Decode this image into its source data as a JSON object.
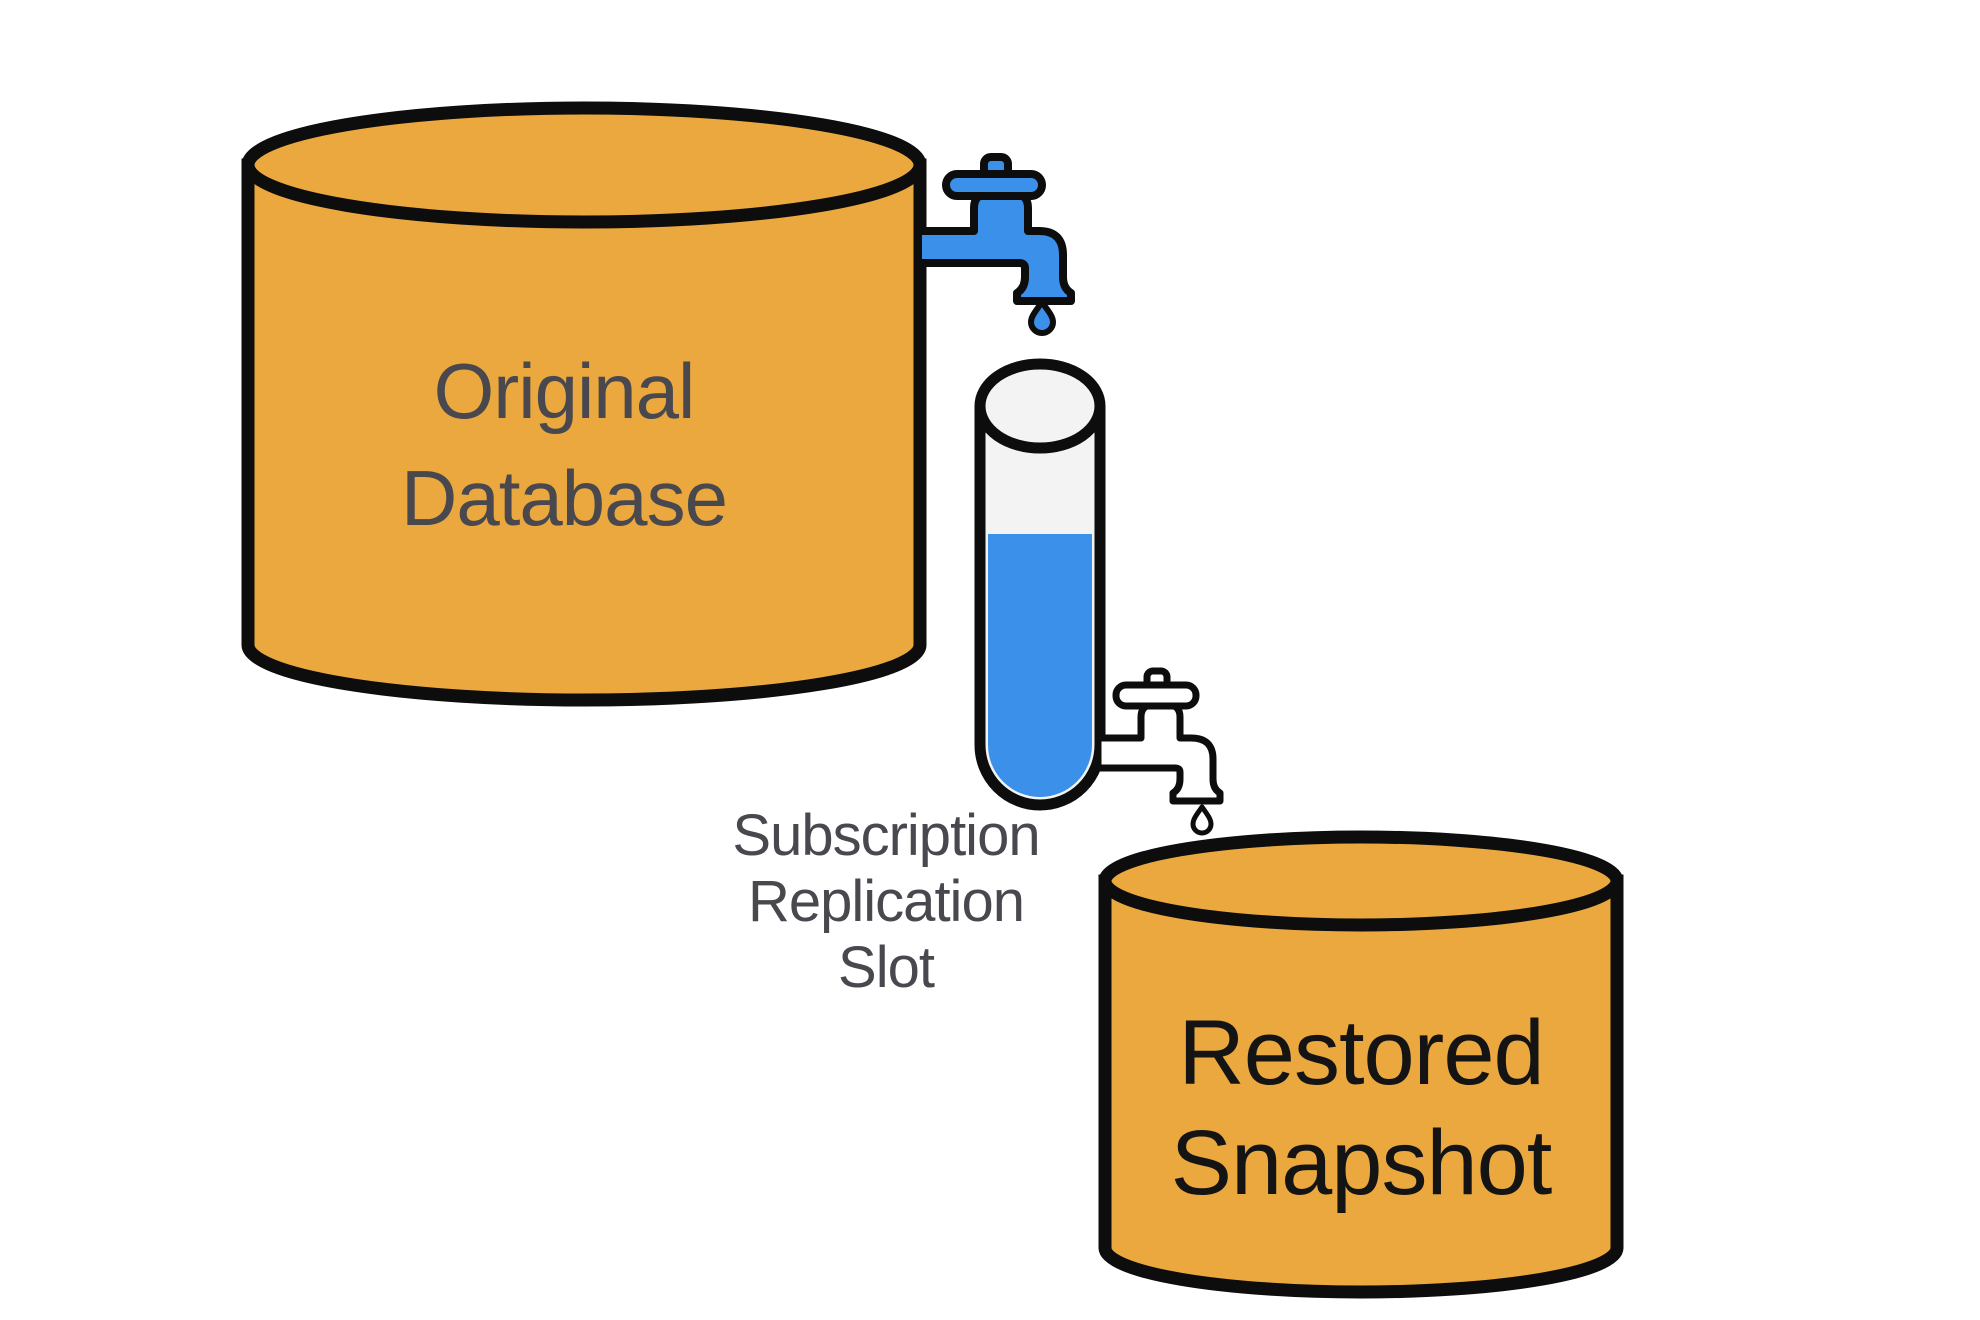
{
  "colors": {
    "database_fill": "#EAA83E",
    "outline": "#0D0D0D",
    "water_blue": "#3B90E9",
    "tube_interior": "#F3F3F3",
    "faucet_white": "#FFFFFF",
    "label_dark_gray": "#48484E",
    "label_black": "#141414",
    "background": "#FFFFFF"
  },
  "original_database": {
    "icon": "database-cylinder-icon",
    "lines": [
      "Original",
      "Database"
    ]
  },
  "source_faucet": {
    "icon": "faucet-icon",
    "drop_icon": "water-drop-icon"
  },
  "replication_slot": {
    "icon": "test-tube-icon",
    "fill_percent": 68,
    "lines": [
      "Subscription",
      "Replication",
      "Slot"
    ]
  },
  "destination_faucet": {
    "icon": "faucet-outline-icon",
    "drop_icon": "water-drop-outline-icon"
  },
  "restored_snapshot": {
    "icon": "database-cylinder-icon",
    "lines": [
      "Restored",
      "Snapshot"
    ]
  }
}
